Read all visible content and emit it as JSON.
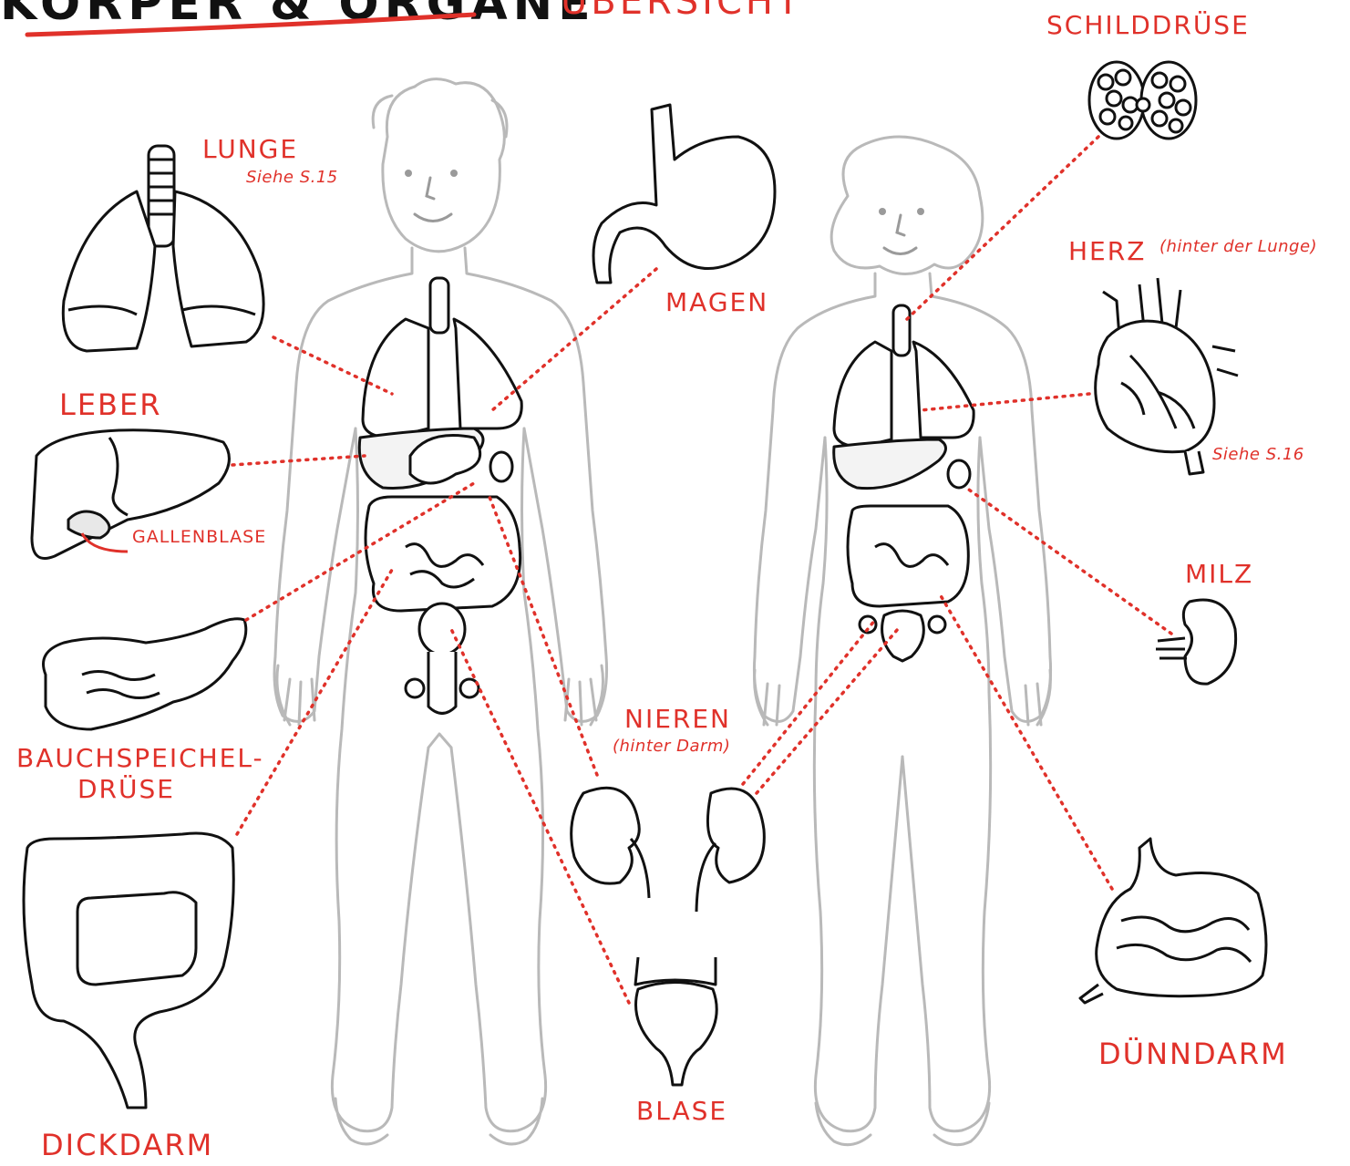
{
  "title": {
    "main": "KÖRPER & ORGANE",
    "sub": "ÜBERSICHT"
  },
  "colors": {
    "accent": "#e0312a",
    "ink": "#111111",
    "body_outline": "#b9b9b9",
    "shade": "#e6e6e6"
  },
  "labels": {
    "lunge": "LUNGE",
    "lunge_ref": "Siehe S.15",
    "leber": "LEBER",
    "gallenblase": "GALLENBLASE",
    "bauchspeicheldruese_1": "BAUCHSPEICHEL-",
    "bauchspeicheldruese_2": "DRÜSE",
    "dickdarm": "DICKDARM",
    "magen": "MAGEN",
    "nieren": "NIEREN",
    "nieren_note": "(hinter Darm)",
    "blase": "BLASE",
    "schilddruese": "SCHILDDRÜSE",
    "herz": "HERZ",
    "herz_note": "(hinter der Lunge)",
    "herz_ref": "Siehe S.16",
    "milz": "MILZ",
    "duenndarm": "DÜNNDARM"
  }
}
